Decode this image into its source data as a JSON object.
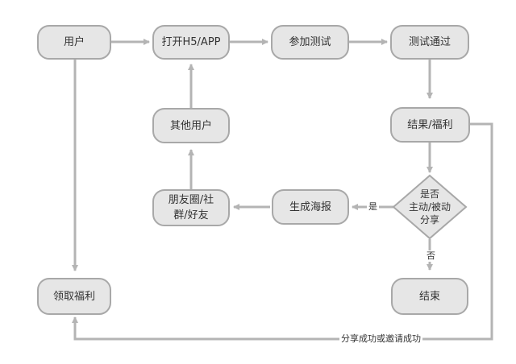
{
  "nodes": {
    "user": "用户",
    "open_app": "打开H5/APP",
    "join_test": "参加测试",
    "pass_test": "测试通过",
    "result": "结果/福利",
    "decision": "是否\n主动/被动\n分享",
    "other_users": "其他用户",
    "moments": "朋友圈/社\n群/好友",
    "poster": "生成海报",
    "claim": "领取福利",
    "end": "结束"
  },
  "labels": {
    "yes": "是",
    "no": "否",
    "share_success": "分享成功或邀请成功"
  },
  "colors": {
    "node_fill": "#e6e6e6",
    "node_border": "#a8a8a8",
    "connector": "#b4b4b4"
  }
}
